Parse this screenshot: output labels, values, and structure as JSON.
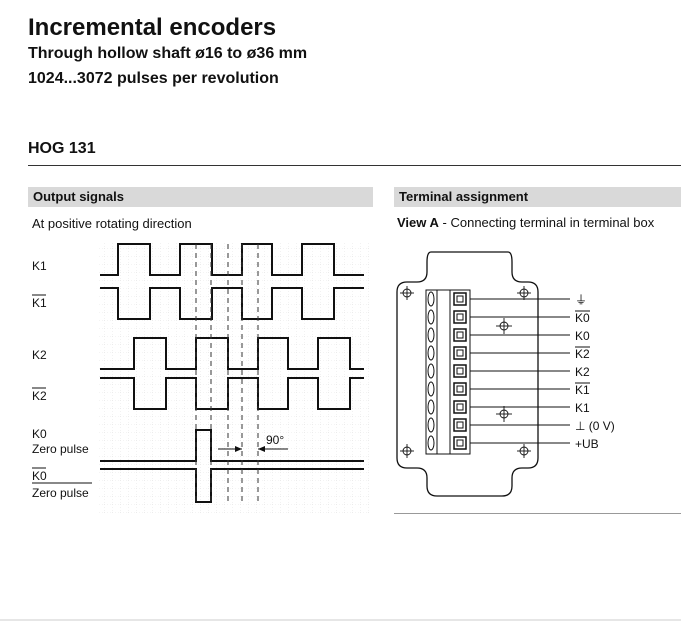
{
  "header": {
    "title": "Incremental encoders",
    "subtitle1": "Through hollow shaft ø16 to ø36 mm",
    "subtitle2": "1024...3072 pulses per revolution",
    "model": "HOG 131"
  },
  "output_signals": {
    "title": "Output signals",
    "direction_note": "At positive rotating direction",
    "labels": {
      "k1": "K1",
      "k1_bar": "K1",
      "k2": "K2",
      "k2_bar": "K2",
      "k0": "K0",
      "k0_zero": "Zero pulse",
      "k0_bar": "K0",
      "k0_bar_zero": "Zero pulse",
      "phase": "90°"
    }
  },
  "terminal": {
    "title": "Terminal assignment",
    "view_label": "View A",
    "view_desc": " - Connecting terminal in terminal box",
    "pins": [
      "⏚",
      "K0",
      "K0",
      "K2",
      "K2",
      "K1",
      "K1",
      "⊥ (0 V)",
      "+UB"
    ],
    "pin_overline": [
      false,
      true,
      false,
      true,
      false,
      true,
      false,
      false,
      false
    ]
  }
}
